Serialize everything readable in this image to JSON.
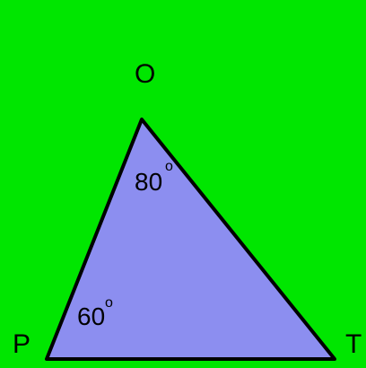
{
  "colors": {
    "background": "#00e600",
    "triangle_fill": "#8c8ef0",
    "stroke": "#000000"
  },
  "vertices": {
    "top": "O",
    "left": "P",
    "right": "T"
  },
  "angles": {
    "at_o": "80",
    "at_p": "60",
    "degree_mark": "o"
  }
}
